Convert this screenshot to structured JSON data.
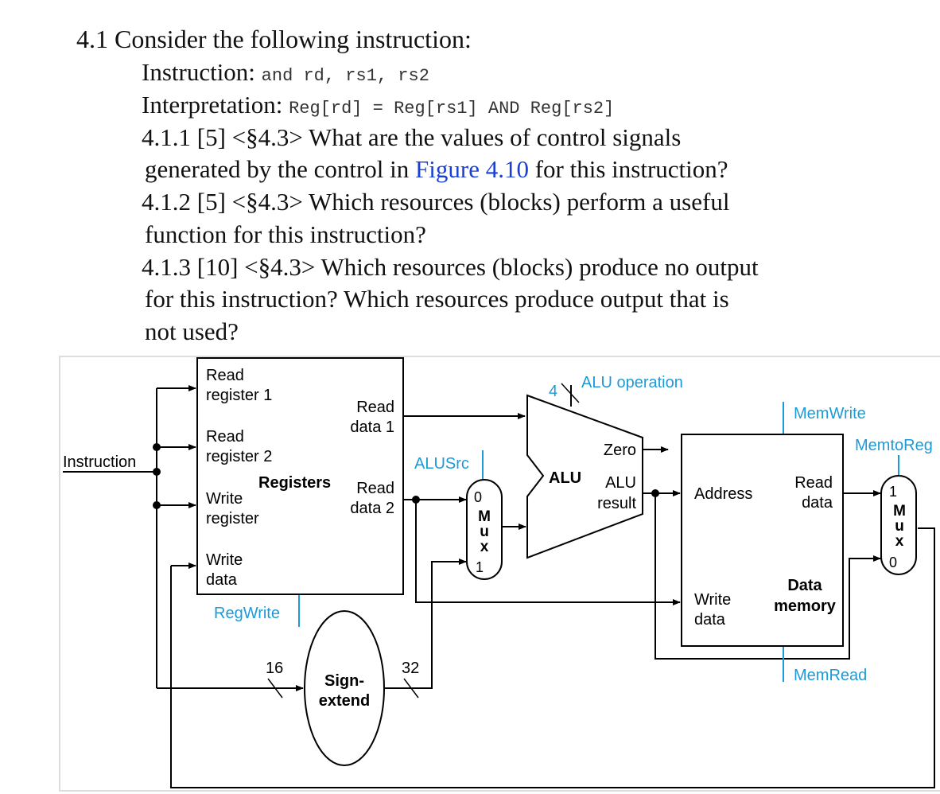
{
  "question": {
    "heading": "4.1 Consider the following instruction:",
    "instruction_label": "Instruction:",
    "instruction_code": "and rd, rs1, rs2",
    "interpretation_label": "Interpretation:",
    "interpretation_code": "Reg[rd] = Reg[rs1] AND Reg[rs2]",
    "q1_line1": "4.1.1 [5] <§4.3> What are the values of control signals",
    "q1_line2_pre": "generated by the control in ",
    "q1_link": "Figure 4.10",
    "q1_line2_post": " for this instruction?",
    "q2_line1": "4.1.2 [5] <§4.3> Which resources (blocks) perform a useful",
    "q2_line2": "function for this instruction?",
    "q3_line1": "4.1.3 [10] <§4.3> Which resources (blocks) produce no output",
    "q3_line2": "for this instruction? Which resources produce output that is",
    "q3_line3": "not used?"
  },
  "diagram": {
    "input_instruction": "Instruction",
    "registers": {
      "read_register_1": [
        "Read",
        "register 1"
      ],
      "read_register_2": [
        "Read",
        "register 2"
      ],
      "write_register": [
        "Write",
        "register"
      ],
      "write_data": [
        "Write",
        "data"
      ],
      "title": "Registers",
      "read_data_1": [
        "Read",
        "data 1"
      ],
      "read_data_2": [
        "Read",
        "data 2"
      ]
    },
    "regwrite": "RegWrite",
    "alusrc": "ALUSrc",
    "mux": {
      "letters": [
        "M",
        "u",
        "x"
      ],
      "in_top": "0",
      "in_bottom": "1"
    },
    "alu": {
      "title": "ALU",
      "zero": "Zero",
      "result": [
        "ALU",
        "result"
      ]
    },
    "alu_operation": "ALU operation",
    "alu_op_bits": "4",
    "sign_extend": [
      "Sign-",
      "extend"
    ],
    "bits_in": "16",
    "bits_out": "32",
    "data_memory": {
      "address": "Address",
      "read_data": [
        "Read",
        "data"
      ],
      "write_data": [
        "Write",
        "data"
      ],
      "title": [
        "Data",
        "memory"
      ]
    },
    "memwrite": "MemWrite",
    "memread": "MemRead",
    "memtoreg": "MemtoReg",
    "mux2": {
      "letters": [
        "M",
        "u",
        "x"
      ],
      "in_top": "1",
      "in_bottom": "0"
    },
    "colors": {
      "control": "#1e9ad6",
      "wire": "#000000",
      "link": "#1a3fd8"
    }
  }
}
